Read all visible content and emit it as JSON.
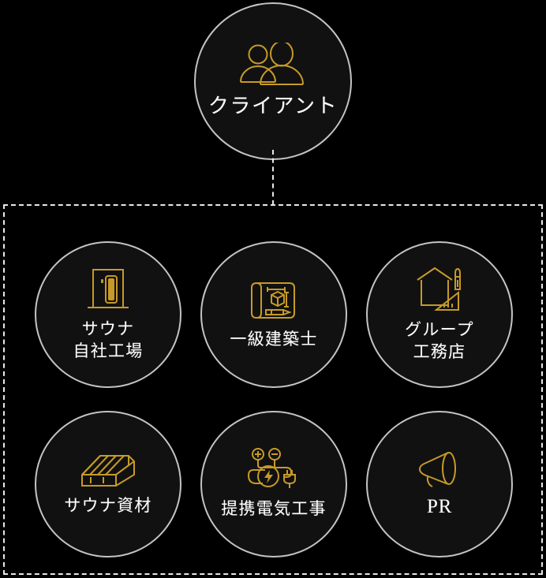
{
  "diagram": {
    "title_node": {
      "label": "クライアント",
      "icon": "people-group-icon"
    },
    "connector": {
      "style": "dashed-vertical-line",
      "color": "#e8e8e8"
    },
    "group_box": {
      "style": "dashed-rectangle",
      "color": "#e8e8e8"
    },
    "nodes": [
      {
        "label": "サウナ\n自社工場",
        "icon": "sauna-door-icon"
      },
      {
        "label": "一級建築士",
        "icon": "blueprint-icon"
      },
      {
        "label": "グループ\n工務店",
        "icon": "house-ruler-pen-icon"
      },
      {
        "label": "サウナ資材",
        "icon": "lumber-planks-icon"
      },
      {
        "label": "提携電気工事",
        "icon": "electric-plug-icon"
      },
      {
        "label": "PR",
        "icon": "megaphone-icon"
      }
    ],
    "colors": {
      "background": "#000000",
      "circle_fill": "#111111",
      "circle_border": "#c4c4c4",
      "icon_gold": "#c79a28",
      "label_text": "#ffffff",
      "dashed_line": "#e8e8e8"
    }
  }
}
